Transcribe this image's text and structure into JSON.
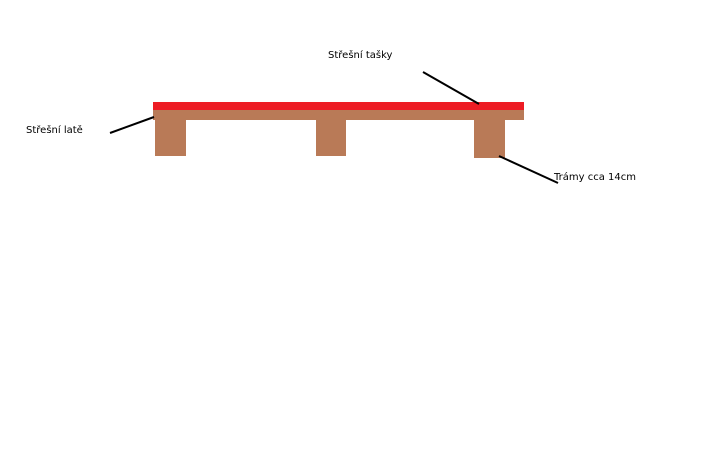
{
  "labels": {
    "roof_tiles": "Střešní tašky",
    "roof_battens": "Střešní latě",
    "beams": "Trámy cca 14cm"
  },
  "colors": {
    "tiles": "#ed1c24",
    "wood": "#b97a57",
    "leader_line": "#000000",
    "background": "#ffffff"
  }
}
